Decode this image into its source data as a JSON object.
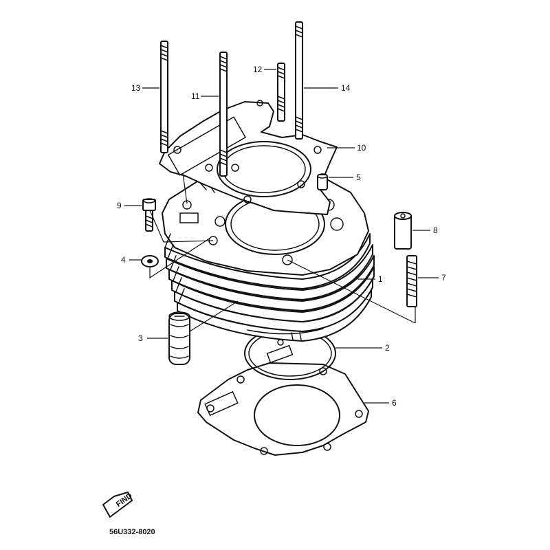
{
  "callouts": {
    "c1": "1",
    "c2": "2",
    "c3": "3",
    "c4": "4",
    "c5": "5",
    "c6": "6",
    "c7": "7",
    "c8": "8",
    "c9": "9",
    "c10": "10",
    "c11": "11",
    "c12": "12",
    "c13": "13",
    "c14": "14"
  },
  "find_badge": "FIND",
  "figure_code": "56U332-8020"
}
